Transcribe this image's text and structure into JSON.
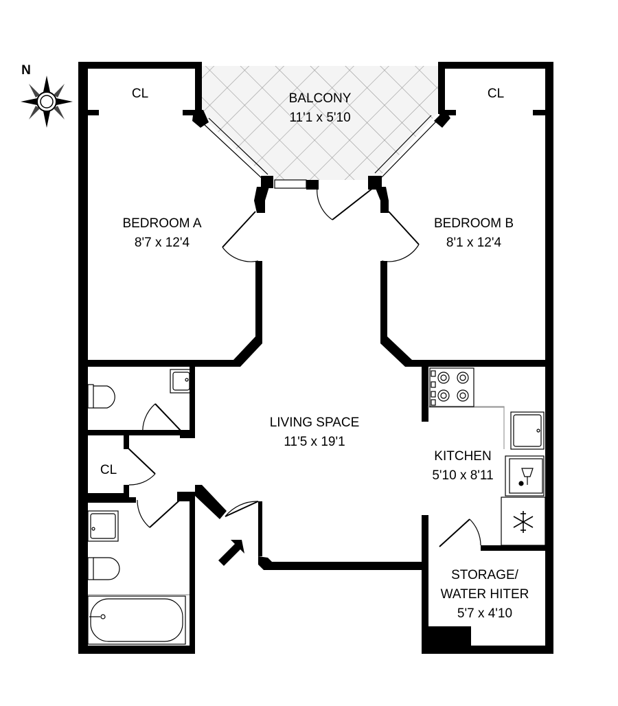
{
  "compass": {
    "north_label": "N",
    "icon": "compass-rose-icon"
  },
  "rooms": {
    "closet_a": {
      "name": "CL"
    },
    "closet_b": {
      "name": "CL"
    },
    "balcony": {
      "name": "BALCONY",
      "size": "11'1 x 5'10"
    },
    "bedroom_a": {
      "name": "BEDROOM A",
      "size": "8'7 x 12'4"
    },
    "bedroom_b": {
      "name": "BEDROOM B",
      "size": "8'1 x 12'4"
    },
    "living": {
      "name": "LIVING SPACE",
      "size": "11'5 x 19'1"
    },
    "closet_hall": {
      "name": "CL"
    },
    "kitchen": {
      "name": "KITCHEN",
      "size": "5'10 x 8'11"
    },
    "storage": {
      "name_line1": "STORAGE/",
      "name_line2": "WATER HITER",
      "size": "5'7 x 4'10"
    }
  }
}
